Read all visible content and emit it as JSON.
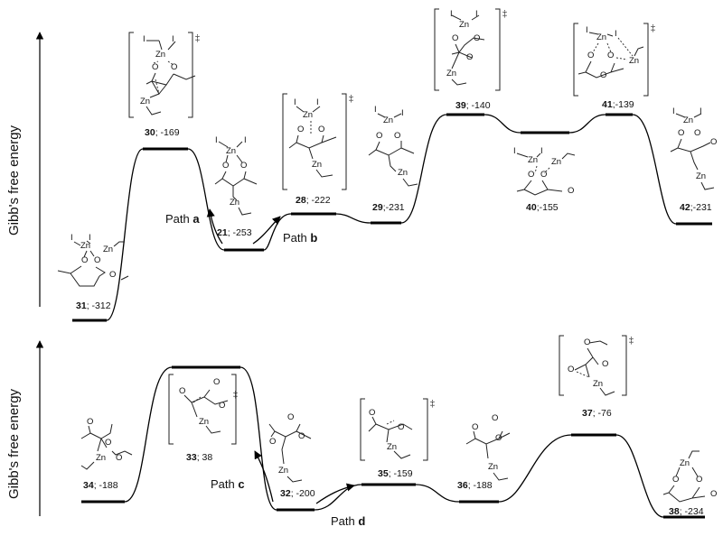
{
  "panel_top": {
    "y_axis_label": "Gibb's free energy",
    "path_a": {
      "text": "Path ",
      "letter": "a"
    },
    "path_b": {
      "text": "Path ",
      "letter": "b"
    },
    "species": [
      {
        "id": "31",
        "energy": "-312"
      },
      {
        "id": "30",
        "energy": "-169",
        "ts": true
      },
      {
        "id": "21",
        "energy": "-253"
      },
      {
        "id": "28",
        "energy": "-222",
        "ts": true
      },
      {
        "id": "29",
        "energy": "-231"
      },
      {
        "id": "39",
        "energy": "-140",
        "ts": true
      },
      {
        "id": "40",
        "energy": "-155"
      },
      {
        "id": "41",
        "energy": "-139",
        "ts": true
      },
      {
        "id": "42",
        "energy": "-231"
      }
    ]
  },
  "panel_bottom": {
    "y_axis_label": "Gibb's free energy",
    "path_c": {
      "text": "Path ",
      "letter": "c"
    },
    "path_d": {
      "text": "Path ",
      "letter": "d"
    },
    "species": [
      {
        "id": "34",
        "energy": "-188"
      },
      {
        "id": "33",
        "energy": "38",
        "ts": true
      },
      {
        "id": "32",
        "energy": "-200"
      },
      {
        "id": "35",
        "energy": "-159",
        "ts": true
      },
      {
        "id": "36",
        "energy": "-188"
      },
      {
        "id": "37",
        "energy": "-76",
        "ts": true
      },
      {
        "id": "38",
        "energy": "-234"
      }
    ]
  },
  "atoms": {
    "zn": "Zn",
    "i": "I",
    "o": "O",
    "dagger": "‡"
  }
}
